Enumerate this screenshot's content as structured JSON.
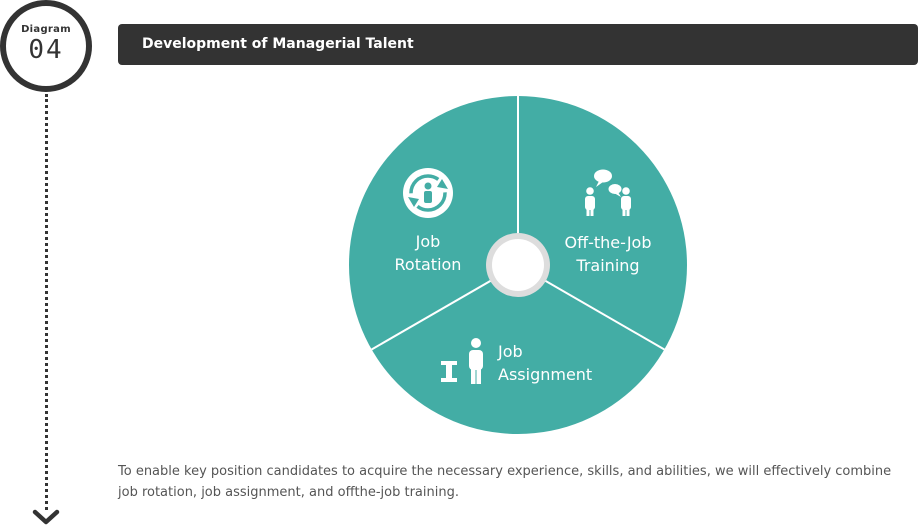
{
  "badge": {
    "label": "Diagram",
    "number": "04"
  },
  "header": {
    "title": "Development of Managerial Talent"
  },
  "diagram": {
    "segments": [
      {
        "line1": "Job",
        "line2": "Rotation",
        "icon": "rotation-icon"
      },
      {
        "line1": "Off-the-Job",
        "line2": "Training",
        "icon": "training-icon"
      },
      {
        "line1": "Job",
        "line2": "Assignment",
        "icon": "assignment-icon"
      }
    ],
    "colors": {
      "segment": "#43ADA5",
      "divider": "#ffffff",
      "center_ring": "#dddddd",
      "dark": "#333333"
    }
  },
  "caption": "To enable key position candidates to acquire the necessary experience, skills, and abilities, we will effectively combine job rotation, job assignment, and offthe-job training."
}
